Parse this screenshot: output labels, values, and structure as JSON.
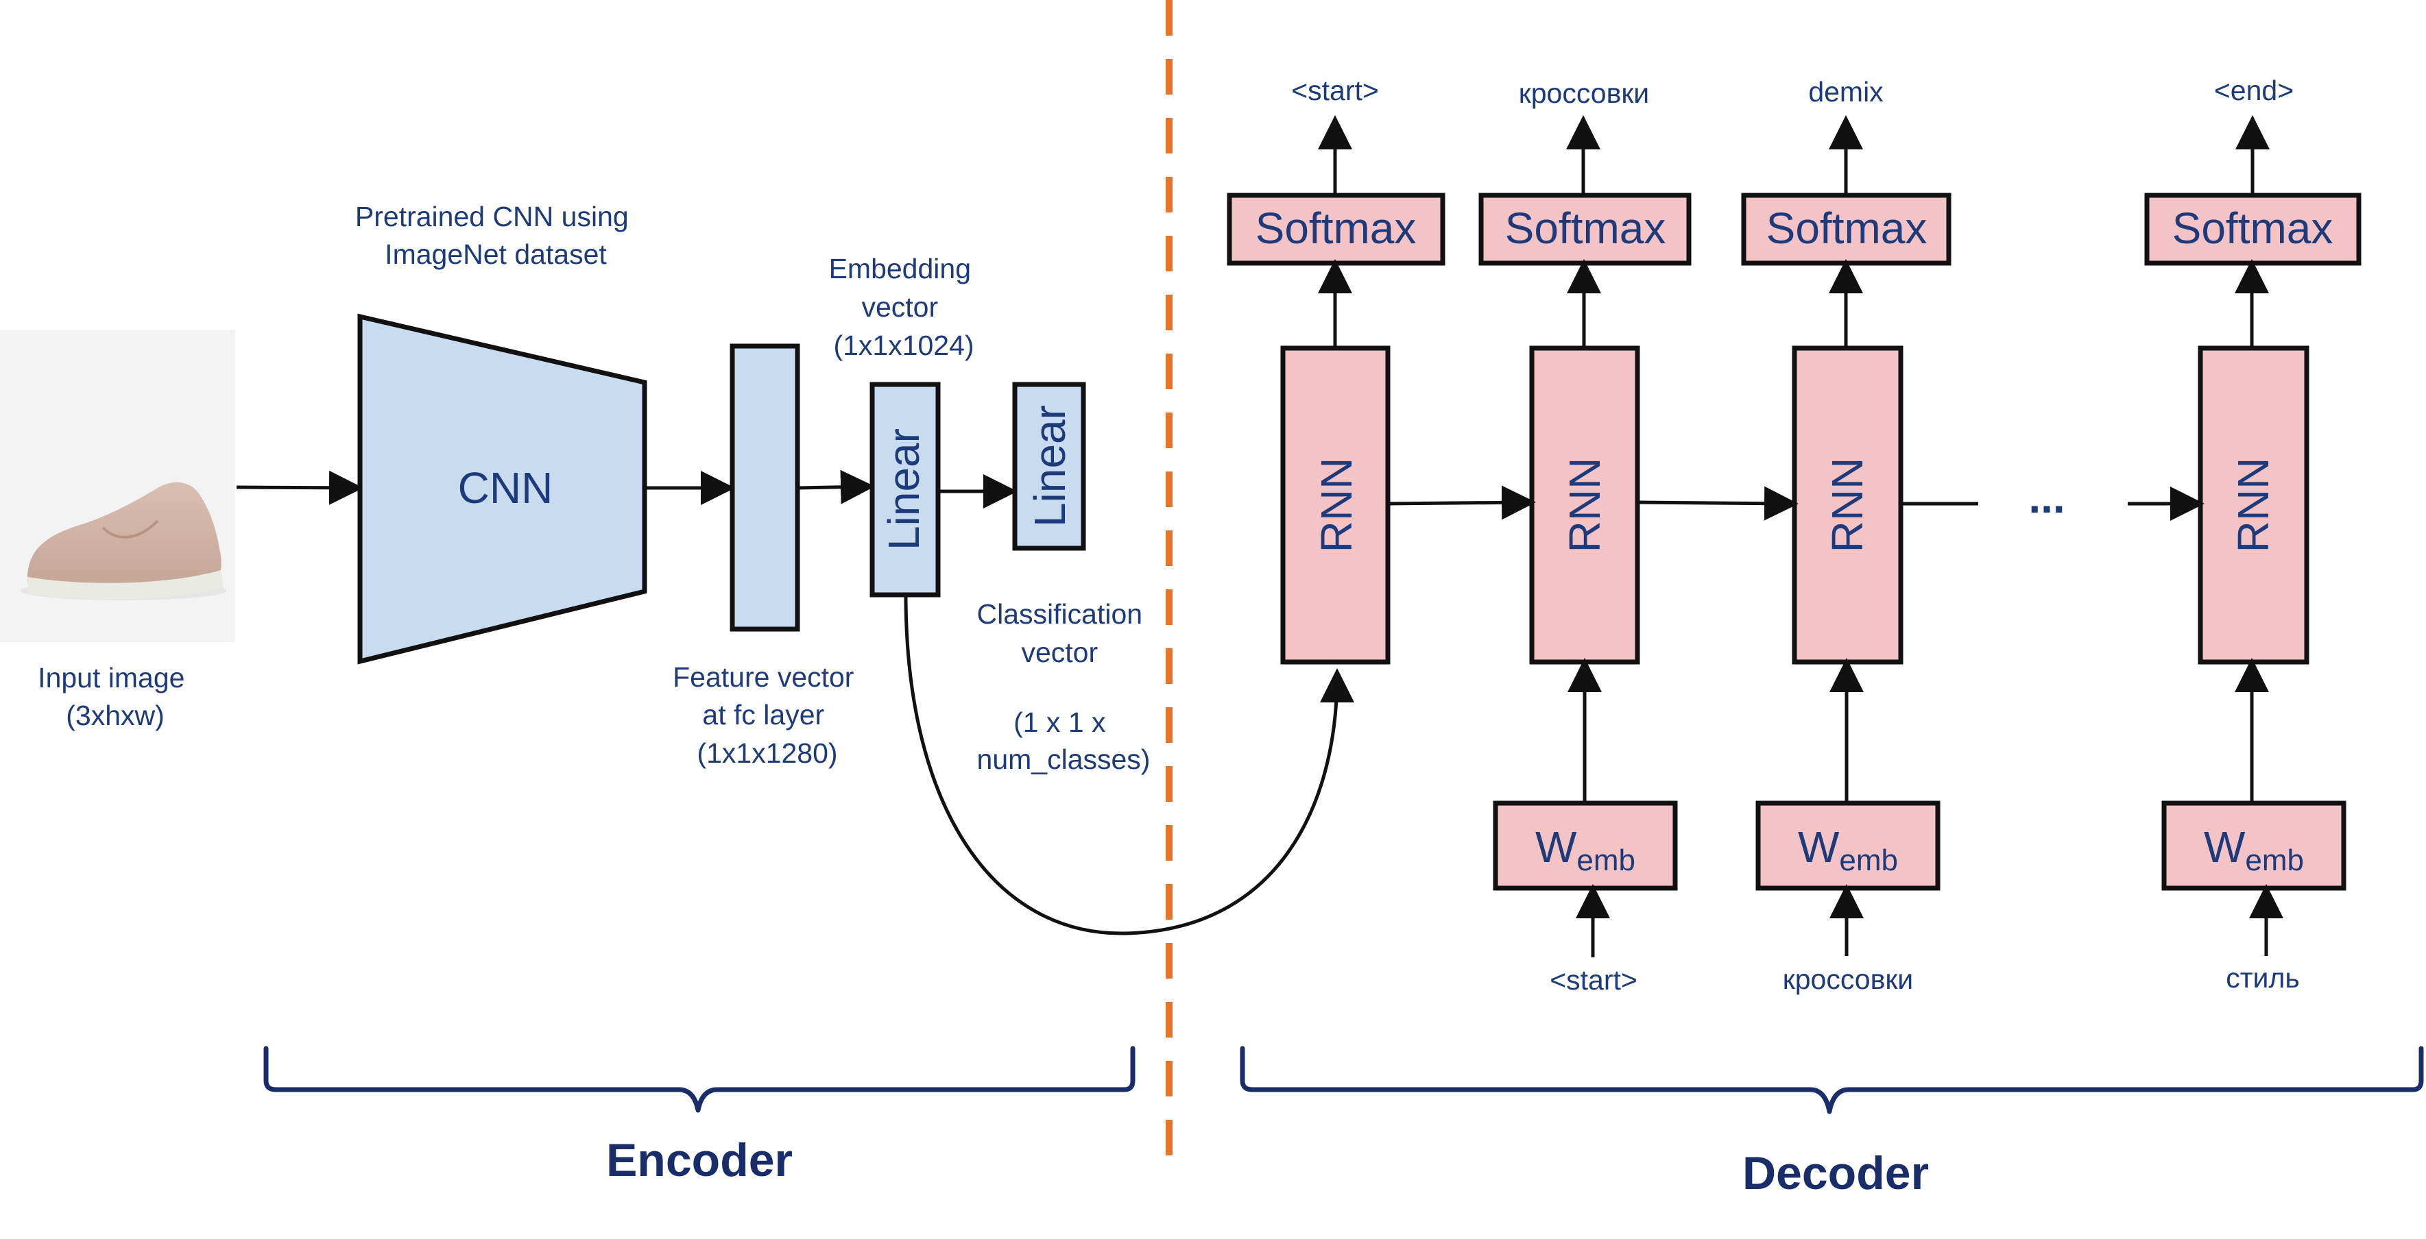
{
  "encoder": {
    "input_label": [
      "Input image",
      "(3xhxw)"
    ],
    "cnn_caption": [
      "Pretrained CNN using",
      "ImageNet dataset"
    ],
    "cnn_label": "CNN",
    "feature_caption": [
      "Feature vector",
      "at fc layer",
      "(1x1x1280)"
    ],
    "embedding_caption": [
      "Embedding",
      "vector",
      "(1x1x1024)"
    ],
    "linear_label": "Linear",
    "classification_caption": [
      "Classification",
      "vector",
      "",
      "(1 x 1 x",
      "num_classes)"
    ],
    "section_label": "Encoder"
  },
  "decoder": {
    "rnn_label": "RNN",
    "softmax_label": "Softmax",
    "wemb_main": "W",
    "wemb_sub": "emb",
    "ellipsis": "...",
    "outputs": [
      "<start>",
      "кроссовки",
      "demix",
      "<end>"
    ],
    "inputs": [
      "<start>",
      "кроссовки",
      "стиль"
    ],
    "section_label": "Decoder"
  },
  "colors": {
    "encoder_fill": "#c9dcef",
    "decoder_fill": "#f4c3c6",
    "text": "#1d3a7a",
    "divider": "#e8732a"
  }
}
